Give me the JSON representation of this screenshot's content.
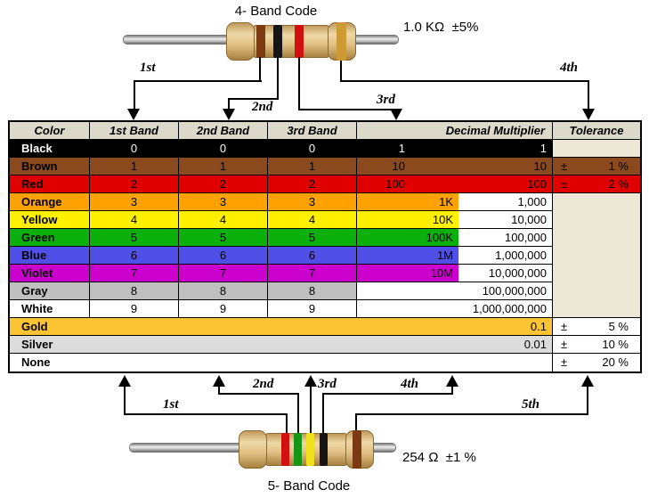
{
  "top_resistor": {
    "title": "4- Band Code",
    "value": "1.0 KΩ  ±5%",
    "band_names": [
      "brown",
      "black",
      "red",
      "gold"
    ],
    "band_colors": [
      "#7b3a12",
      "#161616",
      "#d21010",
      "#cd9a33"
    ],
    "arrow_labels": [
      "1st",
      "2nd",
      "3rd",
      "4th"
    ]
  },
  "bottom_resistor": {
    "title": "5- Band Code",
    "value": "254 Ω  ±1 %",
    "band_names": [
      "red",
      "green",
      "yellow",
      "black",
      "brown"
    ],
    "band_colors": [
      "#d21010",
      "#159615",
      "#efe01c",
      "#161616",
      "#7b3a12"
    ],
    "arrow_labels": [
      "1st",
      "2nd",
      "3rd",
      "4th",
      "5th"
    ]
  },
  "colors": {
    "header-bg": "#dcd9cb",
    "cream": "#ece8d5"
  },
  "table": {
    "headers": [
      "Color",
      "1st Band",
      "2nd Band",
      "3rd Band",
      "Decimal Multiplier",
      "Tolerance"
    ],
    "rows": [
      {
        "name": "Black",
        "bg": "#000000",
        "text": "#ffffff",
        "digits": [
          "0",
          "0",
          "0"
        ],
        "mult_short": "1",
        "mult_long": "1",
        "mult_style": "full",
        "tol_style": "blank"
      },
      {
        "name": "Brown",
        "bg": "#8b4a1d",
        "digits": [
          "1",
          "1",
          "1"
        ],
        "mult_short": "10",
        "mult_long": "10",
        "mult_style": "full",
        "tol_sign": "±",
        "tol_val": "1 %",
        "tol_style": "color"
      },
      {
        "name": "Red",
        "bg": "#e00000",
        "digits": [
          "2",
          "2",
          "2"
        ],
        "mult_short": "100",
        "mult_long": "100",
        "mult_style": "full",
        "tol_sign": "±",
        "tol_val": "2 %",
        "tol_style": "color"
      },
      {
        "name": "Orange",
        "bg": "#ffa100",
        "digits": [
          "3",
          "3",
          "3"
        ],
        "mult_short": "1K",
        "mult_long": "1,000",
        "mult_style": "partial",
        "tol_style": "merged"
      },
      {
        "name": "Yellow",
        "bg": "#fff000",
        "digits": [
          "4",
          "4",
          "4"
        ],
        "mult_short": "10K",
        "mult_long": "10,000",
        "mult_style": "partial",
        "tol_style": "merged"
      },
      {
        "name": "Green",
        "bg": "#0cb00c",
        "digits": [
          "5",
          "5",
          "5"
        ],
        "mult_short": "100K",
        "mult_long": "100,000",
        "mult_style": "partial",
        "tol_style": "merged"
      },
      {
        "name": "Blue",
        "bg": "#5050e8",
        "digits": [
          "6",
          "6",
          "6"
        ],
        "mult_short": "1M",
        "mult_long": "1,000,000",
        "mult_style": "partial",
        "tol_style": "merged"
      },
      {
        "name": "Violet",
        "bg": "#cc00cc",
        "digits": [
          "7",
          "7",
          "7"
        ],
        "mult_short": "10M",
        "mult_long": "10,000,000",
        "mult_style": "partial",
        "tol_style": "merged"
      },
      {
        "name": "Gray",
        "bg": "#bfbfbf",
        "digits": [
          "8",
          "8",
          "8"
        ],
        "mult_long": "100,000,000",
        "mult_style": "none",
        "tol_style": "merged"
      },
      {
        "name": "White",
        "bg": "#ffffff",
        "digits": [
          "9",
          "9",
          "9"
        ],
        "mult_long": "1,000,000,000",
        "mult_style": "none",
        "tol_style": "merged_end"
      },
      {
        "name": "Gold",
        "bg": "#fcc433",
        "span": true,
        "mult_long": "0.1",
        "tol_sign": "±",
        "tol_val": "5 %",
        "tol_style": "plain"
      },
      {
        "name": "Silver",
        "bg": "#dcdcdc",
        "span": true,
        "mult_long": "0.01",
        "tol_sign": "±",
        "tol_val": "10 %",
        "tol_style": "plain"
      },
      {
        "name": "None",
        "bg": "#ffffff",
        "span": true,
        "tol_sign": "±",
        "tol_val": "20 %",
        "tol_style": "plain"
      }
    ]
  }
}
